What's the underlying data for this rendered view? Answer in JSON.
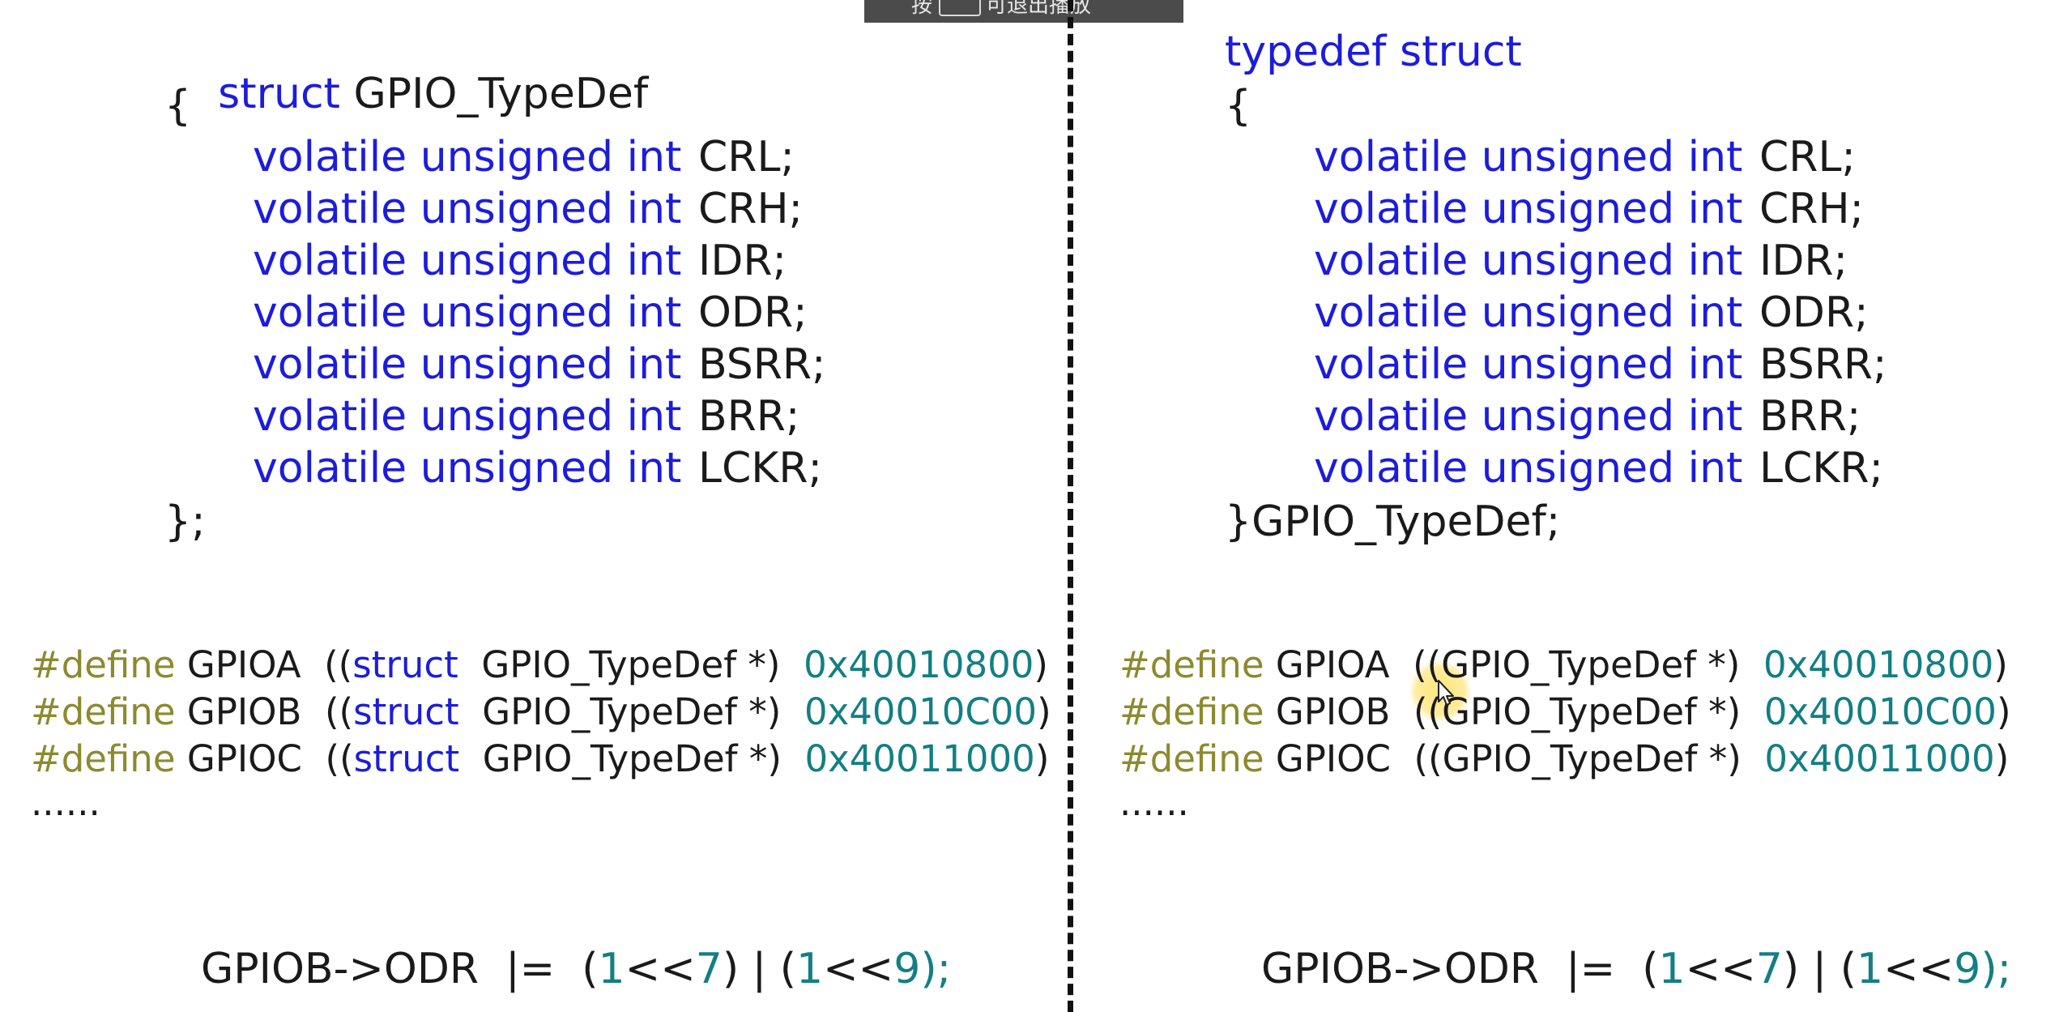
{
  "overlay": {
    "prefix": "按",
    "suffix": "可退出播放"
  },
  "left": {
    "struct_kw": "struct",
    "struct_name": " GPIO_TypeDef",
    "open_brace": "{",
    "close_brace": "};",
    "field_type": "volatile unsigned int",
    "fields": [
      "CRL;",
      "CRH;",
      "IDR;",
      "ODR;",
      "BSRR;",
      "BRR;",
      "LCKR;"
    ],
    "defines": [
      {
        "directive": "#define",
        "name": " GPIOA  ((",
        "kw": "struct",
        "cast": "  GPIO_TypeDef *)  ",
        "addr": "0x40010800",
        "close": ")"
      },
      {
        "directive": "#define",
        "name": " GPIOB  ((",
        "kw": "struct",
        "cast": "  GPIO_TypeDef *)  ",
        "addr": "0x40010C00",
        "close": ")"
      },
      {
        "directive": "#define",
        "name": " GPIOC  ((",
        "kw": "struct",
        "cast": "  GPIO_TypeDef *)  ",
        "addr": "0x40011000",
        "close": ")"
      }
    ],
    "ellipsis": "......",
    "expr": {
      "p1": "GPIOB->ODR  |=  (",
      "n1": "1",
      "p2": "<<",
      "n2": "7",
      "p3": ") | (",
      "n3": "1",
      "p4": "<<",
      "n4": "9",
      "p5": ");"
    }
  },
  "right": {
    "typedef_kw": "typedef struct",
    "open_brace": "{",
    "close_brace": "}GPIO_TypeDef;",
    "field_type": "volatile unsigned int",
    "fields": [
      "CRL;",
      "CRH;",
      "IDR;",
      "ODR;",
      "BSRR;",
      "BRR;",
      "LCKR;"
    ],
    "defines": [
      {
        "directive": "#define",
        "name": " GPIOA  ((GPIO_TypeDef *)  ",
        "addr": "0x40010800",
        "close": ")"
      },
      {
        "directive": "#define",
        "name": " GPIOB  ((GPIO_TypeDef *)  ",
        "addr": "0x40010C00",
        "close": ")"
      },
      {
        "directive": "#define",
        "name": " GPIOC  ((GPIO_TypeDef *)  ",
        "addr": "0x40011000",
        "close": ")"
      }
    ],
    "ellipsis": "......",
    "expr": {
      "p1": "GPIOB->ODR  |=  (",
      "n1": "1",
      "p2": "<<",
      "n2": "7",
      "p3": ") | (",
      "n3": "1",
      "p4": "<<",
      "n4": "9",
      "p5": ");"
    }
  },
  "colors": {
    "keyword": "#1c1cdc",
    "preprocessor": "#8c8a2e",
    "number": "#137f84",
    "text": "#1a1a1a"
  }
}
